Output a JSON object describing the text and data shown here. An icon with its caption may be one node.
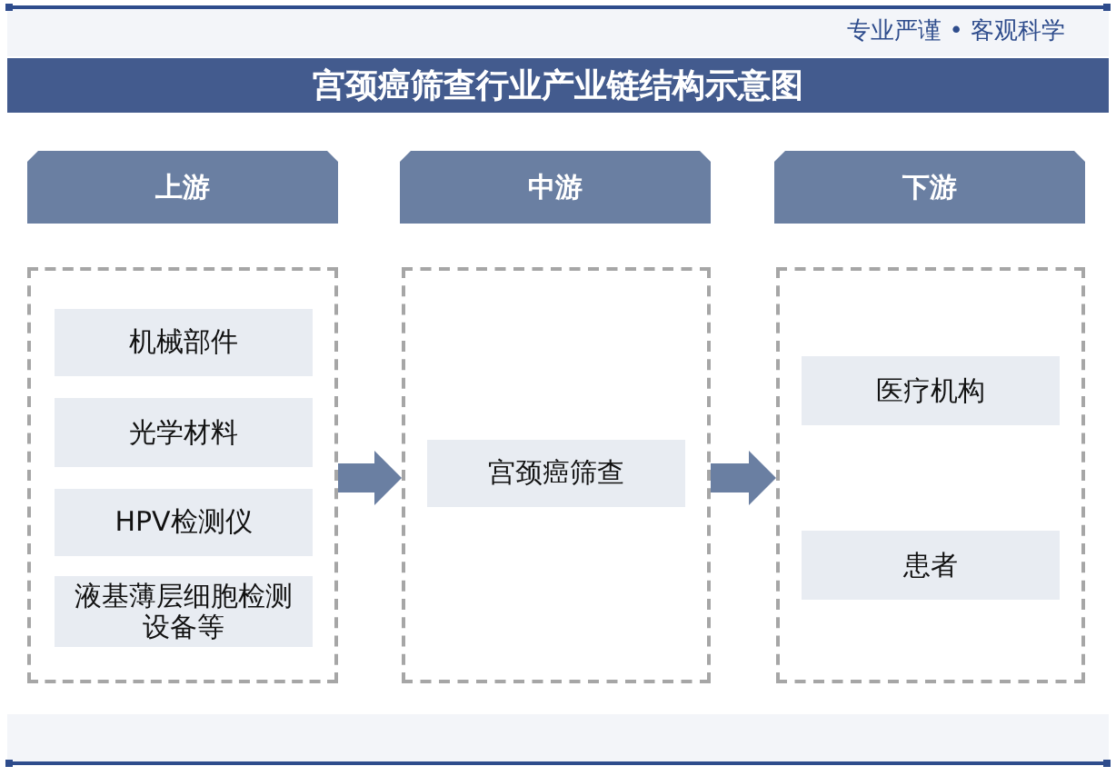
{
  "diagram": {
    "title": "宫颈癌筛查行业产业链结构示意图",
    "nodes": [
      {
        "text": [
          "上游"
        ]
      },
      {
        "text": [
          "中游"
        ]
      },
      {
        "text": [
          "下游"
        ]
      },
      {
        "text": [],
        "shape": "box"
      },
      {
        "text": [
          "机械部件"
        ],
        "in": 3
      },
      {
        "text": [
          "光学材料"
        ],
        "in": 3
      },
      {
        "text": [
          "HPV检测仪"
        ],
        "in": 3
      },
      {
        "text": [
          "液基薄层细胞检测设备等"
        ],
        "in": 3
      },
      {
        "text": [],
        "shape": "box"
      },
      {
        "text": [
          "宫颈癌筛查"
        ],
        "in": 8
      },
      {
        "text": [],
        "shape": "box"
      },
      {
        "text": [
          "医疗机构"
        ],
        "in": 10
      },
      {
        "text": [
          "患者"
        ],
        "in": 10
      }
    ],
    "edges": [
      {
        "from": 3,
        "to": 8,
        "arrow": "to"
      },
      {
        "from": 8,
        "to": 10,
        "arrow": "to"
      }
    ],
    "labels": [
      "专业严谨 • 客观科学"
    ]
  }
}
